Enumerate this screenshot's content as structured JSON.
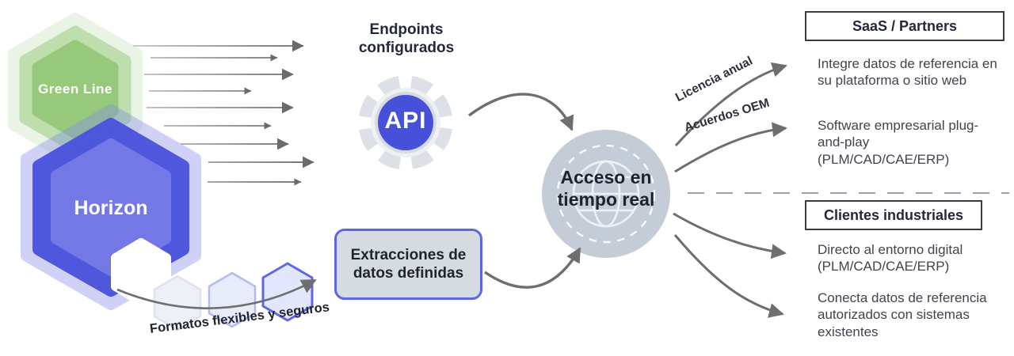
{
  "sources": {
    "green_hexagon_label": "Green Line",
    "horizon_hexagon_label": "Horizon"
  },
  "api": {
    "heading": "Endpoints configurados",
    "badge": "API"
  },
  "extractions": {
    "label": "Extracciones de datos definidas"
  },
  "hub": {
    "label": "Acceso en tiempo real"
  },
  "flow_labels": {
    "annual_license": "Licencia anual",
    "oem_agreements": "Acuerdos OEM",
    "formats": "Formatos flexibles y seguros"
  },
  "saas_partners": {
    "title": "SaaS / Partners",
    "items": [
      "Integre datos de referencia en su plataforma o sitio web",
      "Software empresarial plug-and-play (PLM/CAD/CAE/ERP)"
    ]
  },
  "industrial_clients": {
    "title": "Clientes industriales",
    "items": [
      "Directo al entorno digital (PLM/CAD/CAE/ERP)",
      "Conecta datos de referencia autorizados con sistemas existentes"
    ]
  },
  "colors": {
    "brand_blue": "#4650d8",
    "brand_blue_light": "#7478e6",
    "brand_green": "#8cc46f",
    "hub_gray": "#c4cdd7",
    "arrow_gray": "#6b6b6b",
    "box_fill_gray": "#d6dbe2",
    "box_border_blue": "#5c66de",
    "text_dark": "#23283a"
  }
}
